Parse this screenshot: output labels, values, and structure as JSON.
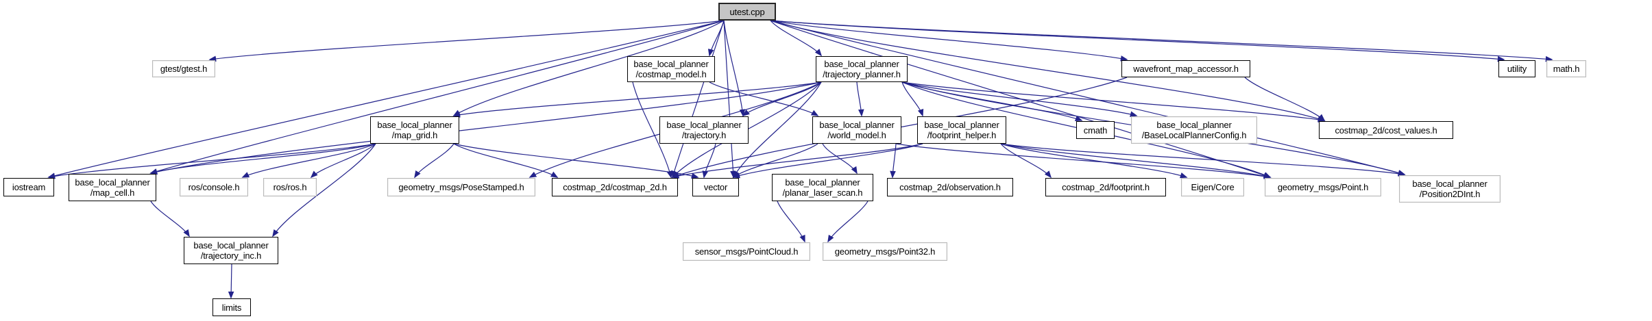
{
  "diagram": {
    "kind": "include-dependency-graph",
    "root_file": "utest.cpp",
    "colors": {
      "edge": "#23238b",
      "root_fill": "#c5c5c5",
      "linked_border": "#000000",
      "plain_border": "#b9b9b9",
      "background": "#ffffff"
    },
    "nodes": [
      {
        "id": "utest",
        "label": "utest.cpp",
        "type": "root"
      },
      {
        "id": "gtest",
        "label": "gtest/gtest.h",
        "type": "plain"
      },
      {
        "id": "costmap_model",
        "label": "base_local_planner\n/costmap_model.h",
        "type": "linked"
      },
      {
        "id": "traj_planner",
        "label": "base_local_planner\n/trajectory_planner.h",
        "type": "linked"
      },
      {
        "id": "wavefront",
        "label": "wavefront_map_accessor.h",
        "type": "linked"
      },
      {
        "id": "utility",
        "label": "utility",
        "type": "linked"
      },
      {
        "id": "math",
        "label": "math.h",
        "type": "plain"
      },
      {
        "id": "map_grid",
        "label": "base_local_planner\n/map_grid.h",
        "type": "linked"
      },
      {
        "id": "trajectory",
        "label": "base_local_planner\n/trajectory.h",
        "type": "linked"
      },
      {
        "id": "world_model",
        "label": "base_local_planner\n/world_model.h",
        "type": "linked"
      },
      {
        "id": "footprint_helper",
        "label": "base_local_planner\n/footprint_helper.h",
        "type": "linked"
      },
      {
        "id": "cmath",
        "label": "cmath",
        "type": "linked"
      },
      {
        "id": "blp_config",
        "label": "base_local_planner\n/BaseLocalPlannerConfig.h",
        "type": "plain"
      },
      {
        "id": "cost_values",
        "label": "costmap_2d/cost_values.h",
        "type": "linked"
      },
      {
        "id": "iostream",
        "label": "iostream",
        "type": "linked"
      },
      {
        "id": "map_cell",
        "label": "base_local_planner\n/map_cell.h",
        "type": "linked"
      },
      {
        "id": "console",
        "label": "ros/console.h",
        "type": "plain"
      },
      {
        "id": "rosros",
        "label": "ros/ros.h",
        "type": "plain"
      },
      {
        "id": "posestamped",
        "label": "geometry_msgs/PoseStamped.h",
        "type": "plain"
      },
      {
        "id": "costmap2d",
        "label": "costmap_2d/costmap_2d.h",
        "type": "linked"
      },
      {
        "id": "vector",
        "label": "vector",
        "type": "linked"
      },
      {
        "id": "planar",
        "label": "base_local_planner\n/planar_laser_scan.h",
        "type": "linked"
      },
      {
        "id": "observation",
        "label": "costmap_2d/observation.h",
        "type": "linked"
      },
      {
        "id": "footprint",
        "label": "costmap_2d/footprint.h",
        "type": "linked"
      },
      {
        "id": "eigen",
        "label": "Eigen/Core",
        "type": "plain"
      },
      {
        "id": "point",
        "label": "geometry_msgs/Point.h",
        "type": "plain"
      },
      {
        "id": "pos2dint",
        "label": "base_local_planner\n/Position2DInt.h",
        "type": "plain"
      },
      {
        "id": "traj_inc",
        "label": "base_local_planner\n/trajectory_inc.h",
        "type": "linked"
      },
      {
        "id": "limits",
        "label": "limits",
        "type": "linked"
      },
      {
        "id": "pointcloud",
        "label": "sensor_msgs/PointCloud.h",
        "type": "plain"
      },
      {
        "id": "point32",
        "label": "geometry_msgs/Point32.h",
        "type": "plain"
      }
    ],
    "edges": [
      {
        "from": "utest",
        "to": "gtest"
      },
      {
        "from": "utest",
        "to": "iostream"
      },
      {
        "from": "utest",
        "to": "map_cell"
      },
      {
        "from": "utest",
        "to": "map_grid"
      },
      {
        "from": "utest",
        "to": "costmap_model"
      },
      {
        "from": "utest",
        "to": "traj_planner"
      },
      {
        "from": "utest",
        "to": "trajectory"
      },
      {
        "from": "utest",
        "to": "wavefront"
      },
      {
        "from": "utest",
        "to": "utility"
      },
      {
        "from": "utest",
        "to": "math"
      },
      {
        "from": "utest",
        "to": "cost_values"
      },
      {
        "from": "utest",
        "to": "costmap2d"
      },
      {
        "from": "utest",
        "to": "vector"
      },
      {
        "from": "utest",
        "to": "point"
      },
      {
        "from": "utest",
        "to": "pos2dint"
      },
      {
        "from": "costmap_model",
        "to": "world_model"
      },
      {
        "from": "costmap_model",
        "to": "costmap2d"
      },
      {
        "from": "traj_planner",
        "to": "map_grid"
      },
      {
        "from": "traj_planner",
        "to": "map_cell"
      },
      {
        "from": "traj_planner",
        "to": "trajectory"
      },
      {
        "from": "traj_planner",
        "to": "world_model"
      },
      {
        "from": "traj_planner",
        "to": "footprint_helper"
      },
      {
        "from": "traj_planner",
        "to": "cmath"
      },
      {
        "from": "traj_planner",
        "to": "blp_config"
      },
      {
        "from": "traj_planner",
        "to": "cost_values"
      },
      {
        "from": "traj_planner",
        "to": "costmap2d"
      },
      {
        "from": "traj_planner",
        "to": "vector"
      },
      {
        "from": "traj_planner",
        "to": "posestamped"
      },
      {
        "from": "traj_planner",
        "to": "point"
      },
      {
        "from": "traj_planner",
        "to": "pos2dint"
      },
      {
        "from": "wavefront",
        "to": "costmap2d"
      },
      {
        "from": "wavefront",
        "to": "cost_values"
      },
      {
        "from": "map_grid",
        "to": "iostream"
      },
      {
        "from": "map_grid",
        "to": "map_cell"
      },
      {
        "from": "map_grid",
        "to": "console"
      },
      {
        "from": "map_grid",
        "to": "rosros"
      },
      {
        "from": "map_grid",
        "to": "posestamped"
      },
      {
        "from": "map_grid",
        "to": "costmap2d"
      },
      {
        "from": "map_grid",
        "to": "vector"
      },
      {
        "from": "map_grid",
        "to": "traj_inc"
      },
      {
        "from": "map_cell",
        "to": "traj_inc"
      },
      {
        "from": "traj_inc",
        "to": "limits"
      },
      {
        "from": "trajectory",
        "to": "vector"
      },
      {
        "from": "world_model",
        "to": "vector"
      },
      {
        "from": "world_model",
        "to": "observation"
      },
      {
        "from": "world_model",
        "to": "point"
      },
      {
        "from": "world_model",
        "to": "planar"
      },
      {
        "from": "footprint_helper",
        "to": "eigen"
      },
      {
        "from": "footprint_helper",
        "to": "costmap2d"
      },
      {
        "from": "footprint_helper",
        "to": "footprint"
      },
      {
        "from": "footprint_helper",
        "to": "pos2dint"
      },
      {
        "from": "footprint_helper",
        "to": "vector"
      },
      {
        "from": "footprint_helper",
        "to": "point"
      },
      {
        "from": "planar",
        "to": "pointcloud"
      },
      {
        "from": "planar",
        "to": "point32"
      }
    ]
  }
}
